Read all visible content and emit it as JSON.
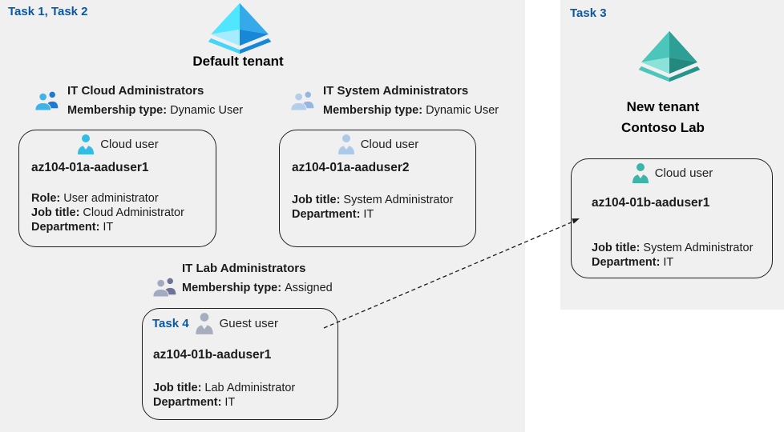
{
  "colors": {
    "panel_bg": "#f0f0f0",
    "task_label_blue": "#0e57a3",
    "card_border": "#1f1f1f",
    "tenant_blue_light": "#50e6ff",
    "tenant_blue_dark": "#1787d9",
    "tenant_teal_light": "#8ae2d8",
    "tenant_teal_dark": "#2d9f94",
    "group_cloud_front": "#3eb3e8",
    "group_cloud_back": "#1c79d8",
    "group_system_front": "#b3cdea",
    "group_system_back": "#94b6e0",
    "group_lab_front": "#a3aabf",
    "group_lab_back": "#6c7396",
    "user_cloud1": "#33bce4",
    "user_cloud2": "#adc9ea",
    "user_guest": "#a6adbe",
    "user_teal": "#3cb4a9"
  },
  "left": {
    "task_label": "Task 1, Task 2",
    "tenant_name": "Default tenant",
    "tenant_icon": "azure-ad-blue-icon",
    "groups": [
      {
        "name": "IT Cloud Administrators",
        "membership_label": "Membership type:",
        "membership_value": "Dynamic User",
        "icon": "group-people-blue-icon"
      },
      {
        "name": "IT System Administrators",
        "membership_label": "Membership type:",
        "membership_value": "Dynamic User",
        "icon": "group-people-paleblue-icon"
      },
      {
        "name": "IT Lab Administrators",
        "membership_label": "Membership type:",
        "membership_value": "Assigned",
        "icon": "group-people-gray-icon"
      }
    ],
    "cards": [
      {
        "user_type": "Cloud user",
        "name": "az104-01a-aaduser1",
        "fields": [
          {
            "label": "Role:",
            "value": "User administrator"
          },
          {
            "label": "Job title:",
            "value": "Cloud Administrator"
          },
          {
            "label": "Department:",
            "value": "IT"
          }
        ]
      },
      {
        "user_type": "Cloud user",
        "name": "az104-01a-aaduser2",
        "fields": [
          {
            "label": "Job title:",
            "value": "System Administrator"
          },
          {
            "label": "Department:",
            "value": "IT"
          }
        ]
      },
      {
        "task_label": "Task 4",
        "user_type": "Guest user",
        "name": "az104-01b-aaduser1",
        "fields": [
          {
            "label": "Job title:",
            "value": "Lab Administrator"
          },
          {
            "label": "Department:",
            "value": "IT"
          }
        ]
      }
    ]
  },
  "right": {
    "task_label": "Task 3",
    "tenant_icon": "azure-ad-teal-icon",
    "tenant_name_line1": "New tenant",
    "tenant_name_line2": "Contoso Lab",
    "card": {
      "user_type": "Cloud user",
      "name": "az104-01b-aaduser1",
      "fields": [
        {
          "label": "Job title:",
          "value": "System Administrator"
        },
        {
          "label": "Department:",
          "value": "IT"
        }
      ]
    }
  }
}
